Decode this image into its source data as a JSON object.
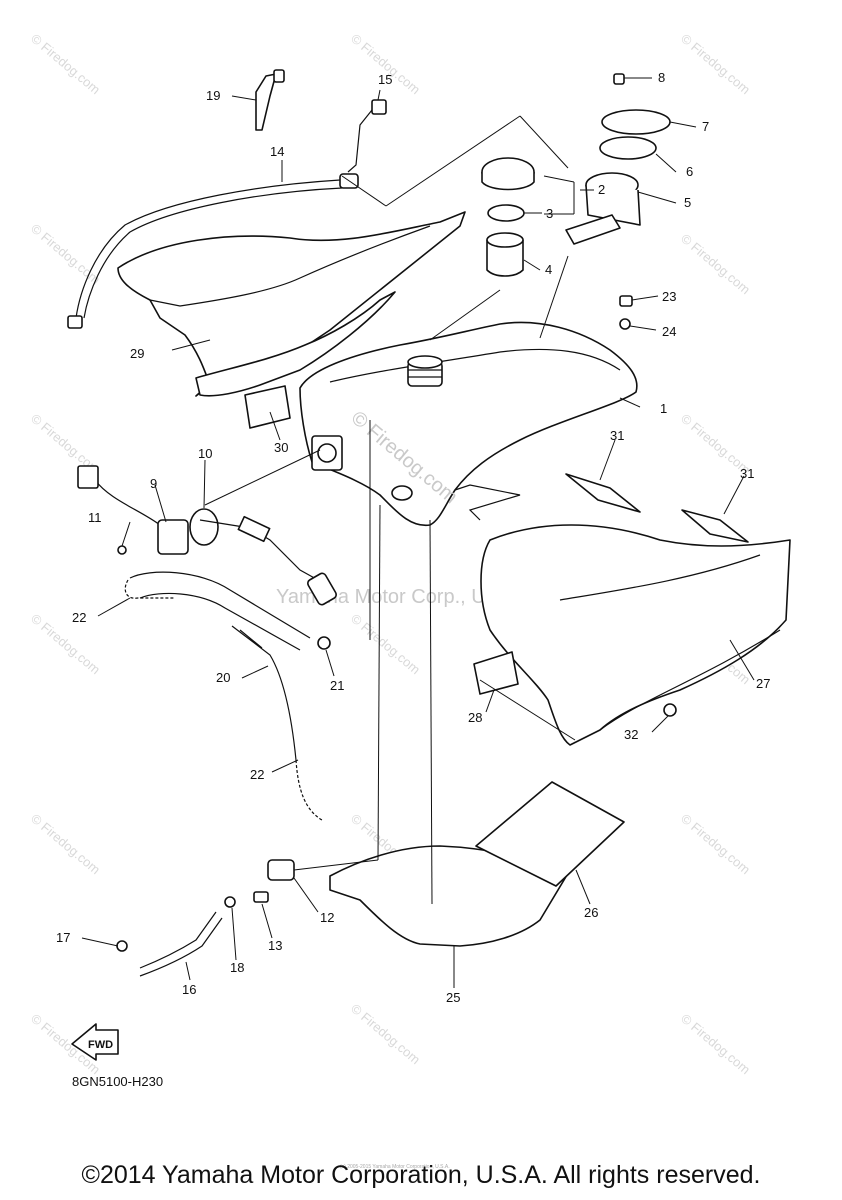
{
  "diagram_code": "8GN5100-H230",
  "fwd_label": "FWD",
  "copyright": "©2014 Yamaha Motor Corporation, U.S.A. All rights reserved.",
  "watermark_center": "Yamaha Motor Corp., U.S.A.",
  "watermark_firedog": "© Firedog.com",
  "watermark_tank": "© Firedog.com",
  "fine_print": "(c) 2005-2015 Yamaha Motor Corporation, U.S.A.",
  "callouts": [
    "1",
    "2",
    "3",
    "4",
    "5",
    "6",
    "7",
    "8",
    "9",
    "10",
    "11",
    "12",
    "13",
    "14",
    "15",
    "16",
    "17",
    "18",
    "19",
    "20",
    "21",
    "22",
    "22",
    "23",
    "24",
    "25",
    "26",
    "27",
    "28",
    "29",
    "30",
    "31",
    "31",
    "32"
  ]
}
